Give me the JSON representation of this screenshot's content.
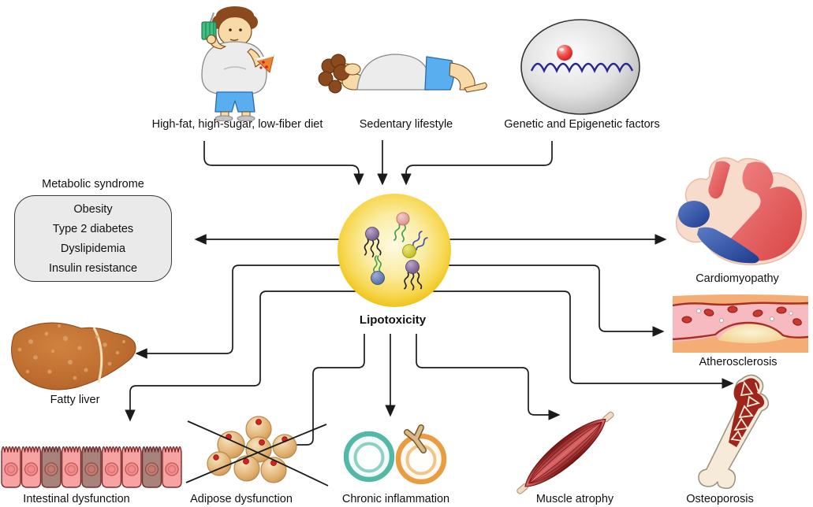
{
  "center": {
    "label": "Lipotoxicity",
    "icon": "lipid-droplet-circle-icon",
    "circle_color": "#F2C71E"
  },
  "causes": [
    {
      "label": "High-fat, high-sugar, low-fiber diet",
      "icon": "obese-person-eating-icon"
    },
    {
      "label": "Sedentary lifestyle",
      "icon": "person-lying-down-icon"
    },
    {
      "label": "Genetic and Epigenetic factors",
      "icon": "cell-with-dna-icon"
    }
  ],
  "metabolic_syndrome": {
    "title": "Metabolic syndrome",
    "items": [
      "Obesity",
      "Type 2 diabetes",
      "Dyslipidemia",
      "Insulin resistance"
    ]
  },
  "outcomes": [
    {
      "label": "Cardiomyopathy",
      "icon": "heart-icon"
    },
    {
      "label": "Atherosclerosis",
      "icon": "artery-plaque-icon"
    },
    {
      "label": "Fatty liver",
      "icon": "liver-icon"
    },
    {
      "label": "Intestinal dysfunction",
      "icon": "intestinal-epithelium-icon"
    },
    {
      "label": "Adipose dysfunction",
      "icon": "fat-cells-crossed-icon"
    },
    {
      "label": "Chronic inflammation",
      "icon": "immune-cells-icon"
    },
    {
      "label": "Muscle atrophy",
      "icon": "muscle-icon"
    },
    {
      "label": "Osteoporosis",
      "icon": "bone-icon"
    }
  ],
  "colors": {
    "arrow": "#1a1a1a",
    "metabolic_box_bg": "#EAEAEA",
    "center_circle": "#F2C71E"
  }
}
